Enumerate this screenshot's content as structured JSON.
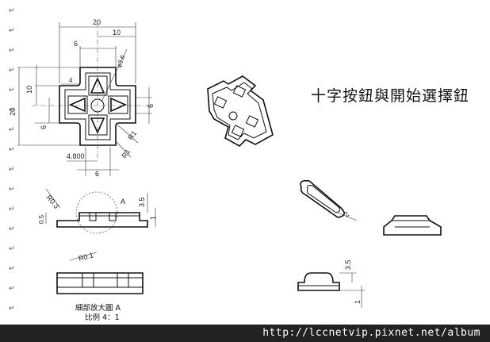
{
  "title": "十字按鈕與開始選擇鈕",
  "paragraph_mark": "↵",
  "front_view_dims": {
    "overall_width": "20",
    "half_width": "10",
    "arm_width_top": "6",
    "hole_dia": "φ3.6",
    "left_height": "10",
    "overall_height": "20",
    "arm_width_left": "6",
    "right_arm": "6",
    "radius_a": "R1",
    "radius_b": "R1",
    "offset": "4.800",
    "arm_width_bottom": "6",
    "small_4": "4"
  },
  "side_view_dims": {
    "fillet": "R0.3",
    "detail_callout": "A",
    "height": "3.5",
    "base": "1",
    "lip": "0.5"
  },
  "detail_view": {
    "fillet": "R0.1",
    "caption": "細部放大圖 A",
    "scale": "比例 4：1"
  },
  "start_button_dims": {
    "length_callout": "2",
    "height": "3.5",
    "base": "1"
  },
  "watermark": "http://lccnetvip.pixnet.net/album"
}
